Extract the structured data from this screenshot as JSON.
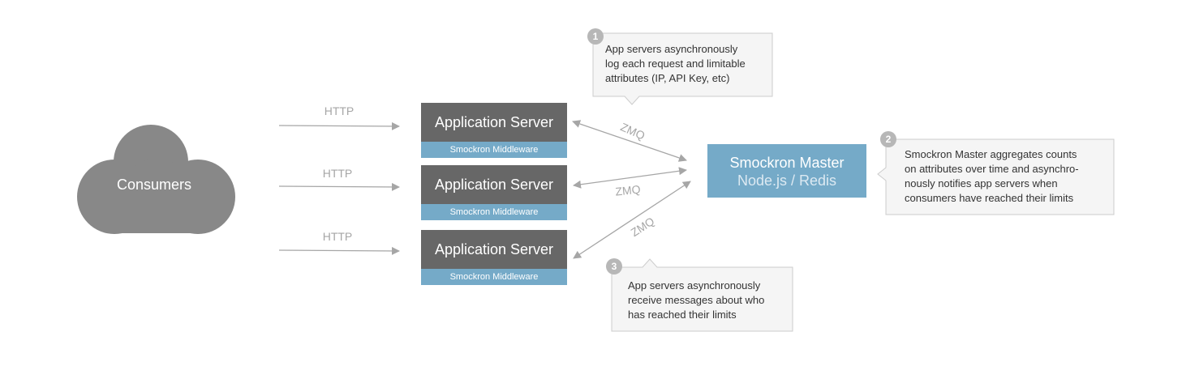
{
  "consumers": {
    "label": "Consumers"
  },
  "http_labels": [
    "HTTP",
    "HTTP",
    "HTTP"
  ],
  "servers": [
    {
      "title": "Application Server",
      "middleware": "Smockron Middleware"
    },
    {
      "title": "Application Server",
      "middleware": "Smockron Middleware"
    },
    {
      "title": "Application Server",
      "middleware": "Smockron Middleware"
    }
  ],
  "master": {
    "title": "Smockron Master",
    "subtitle": "Node.js / Redis"
  },
  "zmq_labels": [
    "ZMQ",
    "ZMQ",
    "ZMQ"
  ],
  "notes": [
    {
      "number": "1",
      "lines": [
        "App servers asynchronously",
        "log each request and limitable",
        "attributes (IP, API Key, etc)"
      ]
    },
    {
      "number": "2",
      "lines": [
        "Smockron Master aggregates counts",
        "on attributes over time and asynchro-",
        "nously notifies app servers when",
        "consumers  have reached their limits"
      ]
    },
    {
      "number": "3",
      "lines": [
        "App servers asynchronously",
        "receive messages about who",
        "has reached their limits"
      ]
    }
  ],
  "colors": {
    "server_dark": "#676767",
    "middleware_blue": "#75aac8",
    "cloud_gray": "#888888",
    "arrow_gray": "#a6a6a6",
    "note_bg": "#f5f5f5",
    "note_border": "#cccccc",
    "badge_gray": "#b7b7b7"
  }
}
